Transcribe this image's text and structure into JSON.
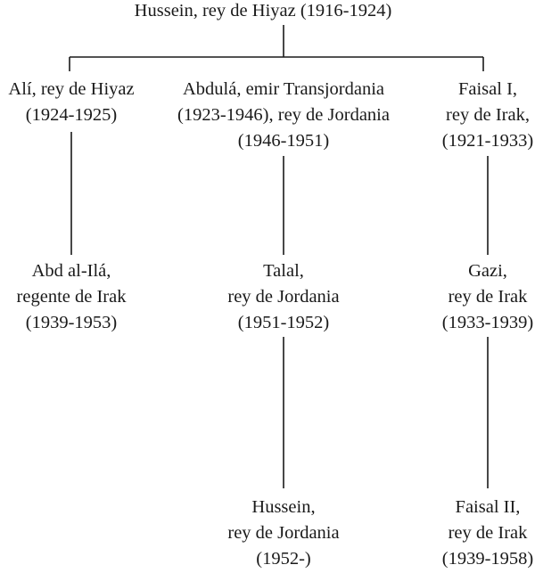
{
  "root": {
    "lines": [
      "Hussein, rey de Hiyaz (1916-1924)"
    ]
  },
  "children": [
    {
      "lines": [
        "Alí, rey de Hiyaz",
        "(1924-1925)"
      ],
      "descendants": [
        {
          "lines": [
            "Abd al-Ilá,",
            "regente de Irak",
            "(1939-1953)"
          ]
        }
      ]
    },
    {
      "lines": [
        "Abdulá, emir Transjordania",
        "(1923-1946), rey de Jordania",
        "(1946-1951)"
      ],
      "descendants": [
        {
          "lines": [
            "Talal,",
            "rey de Jordania",
            "(1951-1952)"
          ]
        },
        {
          "lines": [
            "Hussein,",
            "rey de Jordania",
            "(1952-)"
          ]
        }
      ]
    },
    {
      "lines": [
        "Faisal I,",
        "rey de Irak,",
        "(1921-1933)"
      ],
      "descendants": [
        {
          "lines": [
            "Gazi,",
            "rey de Irak",
            "(1933-1939)"
          ]
        },
        {
          "lines": [
            "Faisal II,",
            "rey de Irak",
            "(1939-1958)"
          ]
        }
      ]
    }
  ]
}
